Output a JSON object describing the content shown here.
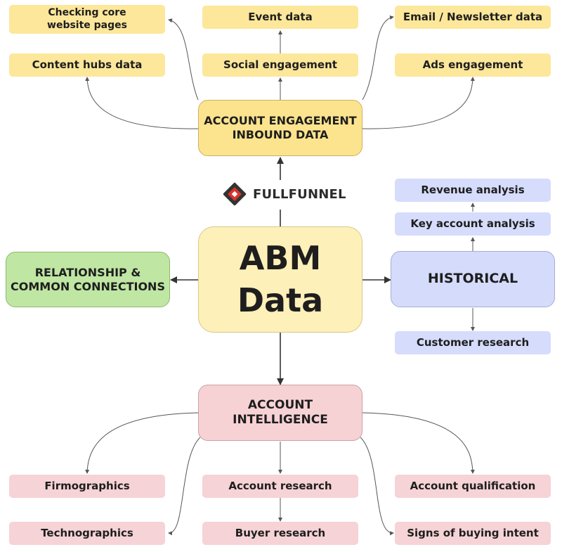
{
  "center": {
    "line1": "ABM",
    "line2": "Data"
  },
  "logo": {
    "text": "FULLFUNNEL",
    "colors": {
      "dark": "#333333",
      "red": "#d9332b"
    }
  },
  "engagement": {
    "title_line1": "ACCOUNT ENGAGEMENT",
    "title_line2": "INBOUND DATA",
    "items": {
      "core_pages_line1": "Checking core",
      "core_pages_line2": "website pages",
      "event": "Event data",
      "email": "Email / Newsletter data",
      "content_hubs": "Content hubs data",
      "social": "Social engagement",
      "ads": "Ads engagement"
    }
  },
  "relationship": {
    "title_line1": "RELATIONSHIP &",
    "title_line2": "COMMON CONNECTIONS"
  },
  "historical": {
    "title": "HISTORICAL",
    "items": {
      "revenue": "Revenue analysis",
      "key_account": "Key account analysis",
      "customer": "Customer research"
    }
  },
  "intelligence": {
    "title_line1": "ACCOUNT",
    "title_line2": "INTELLIGENCE",
    "items": {
      "firmographics": "Firmographics",
      "account_research": "Account research",
      "qualification": "Account qualification",
      "technographics": "Technographics",
      "buyer_research": "Buyer research",
      "buying_intent": "Signs of buying intent"
    }
  },
  "colors": {
    "yellow": "#fde79a",
    "pink": "#f6d3d6",
    "blue": "#d6dcfb",
    "green": "#bfe6a3",
    "core": "#fdf0b8",
    "line": "#555555"
  }
}
